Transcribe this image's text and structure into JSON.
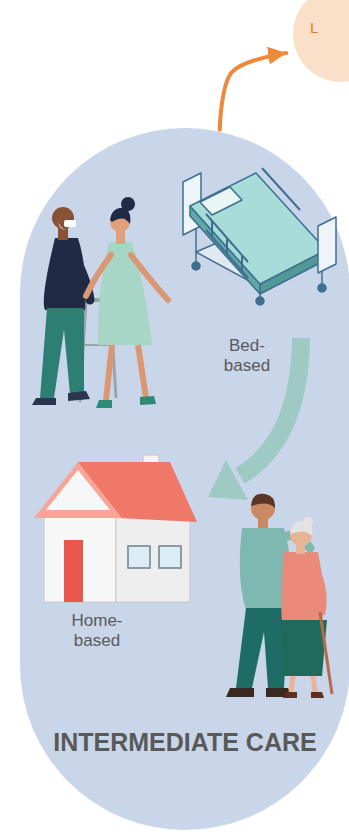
{
  "diagram": {
    "nodes": [
      {
        "text": [
          "L"
        ]
      },
      {
        "text": [
          "INTERMEDIATE CARE"
        ]
      }
    ],
    "edges": [
      {
        "from": 1,
        "to": 0,
        "arrow": "to"
      }
    ],
    "labels": [
      "Bed- based",
      "Home- based"
    ]
  }
}
